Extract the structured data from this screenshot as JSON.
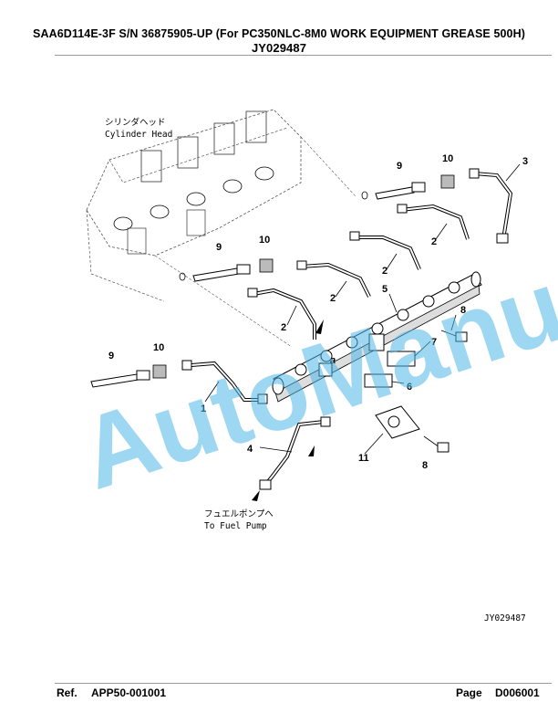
{
  "header": {
    "title": "SAA6D114E-3F S/N 36875905-UP (For PC350NLC-8M0 WORK EQUIPMENT GREASE 500H)",
    "code": "JY029487"
  },
  "diagram": {
    "cylinder_head_jp": "シリンダヘッド",
    "cylinder_head_en": "Cylinder Head",
    "fuel_pump_jp": "フュエルポンプへ",
    "fuel_pump_en": "To Fuel Pump",
    "figure_id": "JY029487",
    "section_mark": "a",
    "watermark": "AutoManual",
    "callouts": {
      "c1": "1",
      "c2a": "2",
      "c2b": "2",
      "c2c": "2",
      "c2d": "2",
      "c3": "3",
      "c4": "4",
      "c5": "5",
      "c6": "6",
      "c7": "7",
      "c8a": "8",
      "c8b": "8",
      "c9a": "9",
      "c9b": "9",
      "c9c": "9",
      "c10a": "10",
      "c10b": "10",
      "c10c": "10",
      "c11": "11"
    }
  },
  "footer": {
    "ref_label": "Ref.",
    "ref_value": "APP50-001001",
    "page_label": "Page",
    "page_value": "D006001"
  }
}
